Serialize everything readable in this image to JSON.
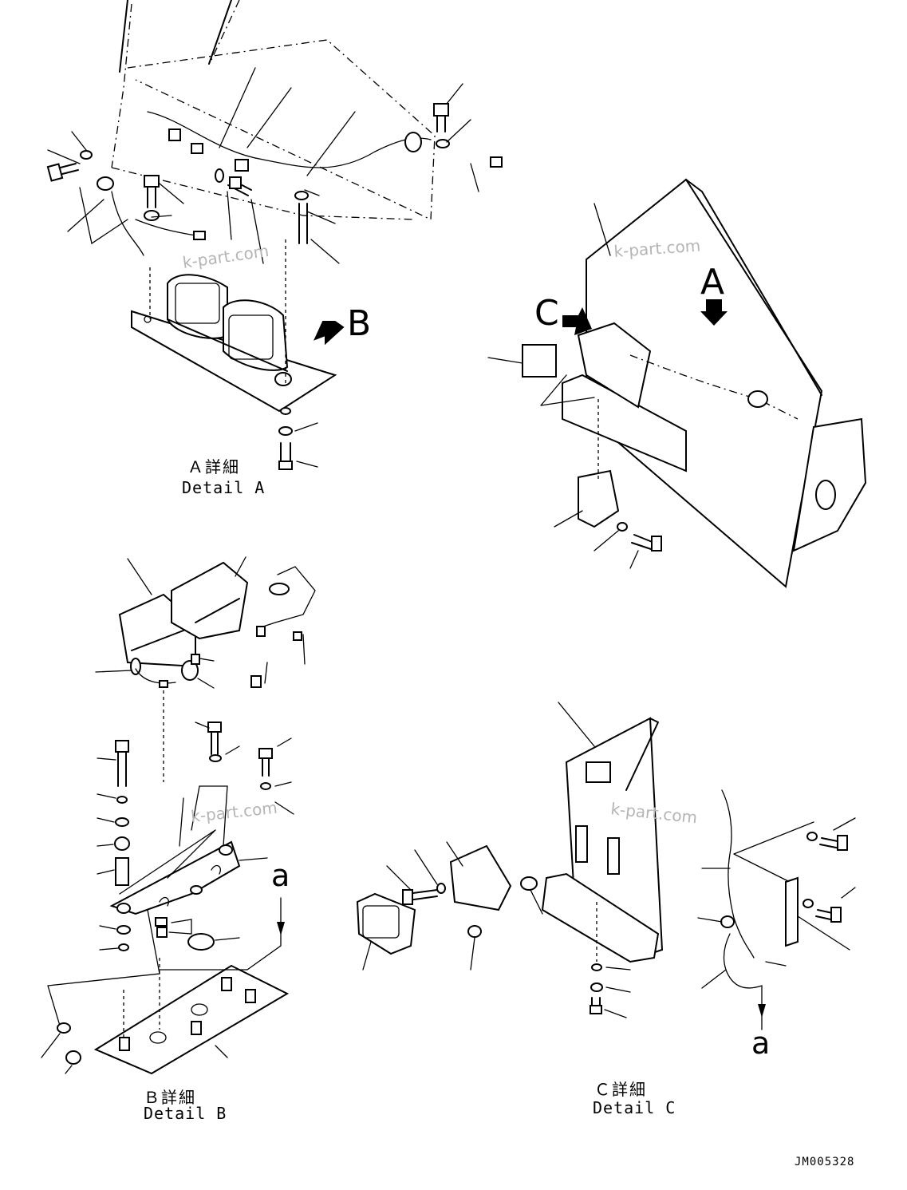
{
  "views": {
    "detail_a": {
      "caption_jp": "Ａ詳細",
      "caption_en": "Detail A"
    },
    "detail_b": {
      "caption_jp": "Ｂ詳細",
      "caption_en": "Detail B"
    },
    "detail_c": {
      "caption_jp": "Ｃ詳細",
      "caption_en": "Detail C"
    }
  },
  "view_arrows": {
    "a": "A",
    "b": "B",
    "c": "C"
  },
  "connection_marks": {
    "a_left": "a",
    "a_right": "a"
  },
  "watermark": "k-part.com",
  "drawing_code": "JM005328"
}
